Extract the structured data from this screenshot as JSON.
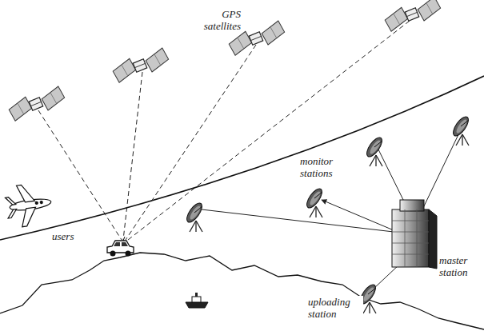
{
  "diagram": {
    "labels": [
      "GPS satellites",
      "users",
      "monitor stations",
      "master station",
      "uploading station"
    ]
  }
}
